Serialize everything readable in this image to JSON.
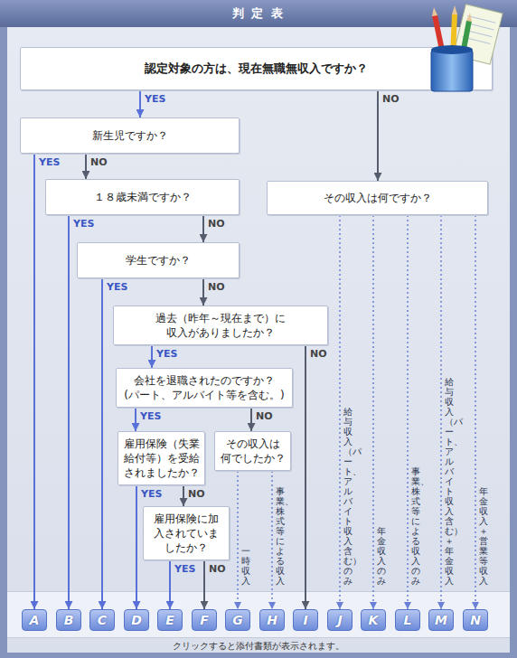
{
  "diagram": {
    "title": "判 定 表",
    "caption": "クリックすると添付書類が表示されます。",
    "nodes": [
      {
        "text": [
          "認定対象の方は、現在無職無収入ですか？"
        ]
      },
      {
        "text": [
          "新生児ですか？"
        ]
      },
      {
        "text": [
          "１８歳未満ですか？"
        ]
      },
      {
        "text": [
          "学生ですか？"
        ]
      },
      {
        "text": [
          "過去（昨年～現在まで）に 収入がありましたか？"
        ]
      },
      {
        "text": [
          "会社を退職されたのですか？ (パート、アルバイト等を含む。)"
        ]
      },
      {
        "text": [
          "雇用保険（失業 給付等）を受給 されましたか？"
        ]
      },
      {
        "text": [
          "その収入は 何でしたか？"
        ]
      },
      {
        "text": [
          "雇用保険に加 入されていま したか？"
        ]
      },
      {
        "text": [
          "その収入は何ですか？"
        ]
      },
      {
        "text": [
          "A"
        ]
      },
      {
        "text": [
          "B"
        ]
      },
      {
        "text": [
          "C"
        ]
      },
      {
        "text": [
          "D"
        ]
      },
      {
        "text": [
          "E"
        ]
      },
      {
        "text": [
          "F"
        ]
      },
      {
        "text": [
          "G"
        ]
      },
      {
        "text": [
          "H"
        ]
      },
      {
        "text": [
          "I"
        ]
      },
      {
        "text": [
          "J"
        ]
      },
      {
        "text": [
          "K"
        ]
      },
      {
        "text": [
          "L"
        ]
      },
      {
        "text": [
          "M"
        ]
      },
      {
        "text": [
          "N"
        ]
      }
    ],
    "edges": [
      {
        "from": 0,
        "to": 1,
        "label": "YES",
        "arrow": "to"
      },
      {
        "from": 0,
        "to": 9,
        "label": "NO",
        "arrow": "to"
      },
      {
        "from": 1,
        "to": 10,
        "label": "YES",
        "arrow": "to"
      },
      {
        "from": 1,
        "to": 2,
        "label": "NO",
        "arrow": "to"
      },
      {
        "from": 2,
        "to": 11,
        "label": "YES",
        "arrow": "to"
      },
      {
        "from": 2,
        "to": 3,
        "label": "NO",
        "arrow": "to"
      },
      {
        "from": 3,
        "to": 12,
        "label": "YES",
        "arrow": "to"
      },
      {
        "from": 3,
        "to": 4,
        "label": "NO",
        "arrow": "to"
      },
      {
        "from": 4,
        "to": 5,
        "label": "YES",
        "arrow": "to"
      },
      {
        "from": 4,
        "to": 18,
        "label": "NO",
        "arrow": "to"
      },
      {
        "from": 5,
        "to": 6,
        "label": "YES",
        "arrow": "to"
      },
      {
        "from": 5,
        "to": 7,
        "label": "NO",
        "arrow": "to"
      },
      {
        "from": 6,
        "to": 13,
        "label": "YES",
        "arrow": "to"
      },
      {
        "from": 6,
        "to": 8,
        "label": "NO",
        "arrow": "to"
      },
      {
        "from": 8,
        "to": 14,
        "label": "YES",
        "arrow": "to"
      },
      {
        "from": 8,
        "to": 15,
        "label": "NO",
        "arrow": "to"
      },
      {
        "from": 7,
        "to": 16,
        "label": "一時収入",
        "arrow": "to"
      },
      {
        "from": 7,
        "to": 17,
        "label": "事業、株式等による収入",
        "arrow": "to"
      },
      {
        "from": 9,
        "to": 19,
        "label": "給与収入（パート、アルバイト収入含む）のみ",
        "arrow": "to"
      },
      {
        "from": 9,
        "to": 20,
        "label": "年金収入のみ",
        "arrow": "to"
      },
      {
        "from": 9,
        "to": 21,
        "label": "事業、株式等による収入のみ",
        "arrow": "to"
      },
      {
        "from": 9,
        "to": 22,
        "label": "給与収入（パート、アルバイト収入含む）＋年金収入",
        "arrow": "to"
      },
      {
        "from": 9,
        "to": 23,
        "label": "年金収入＋営業等収入",
        "arrow": "to"
      }
    ]
  }
}
